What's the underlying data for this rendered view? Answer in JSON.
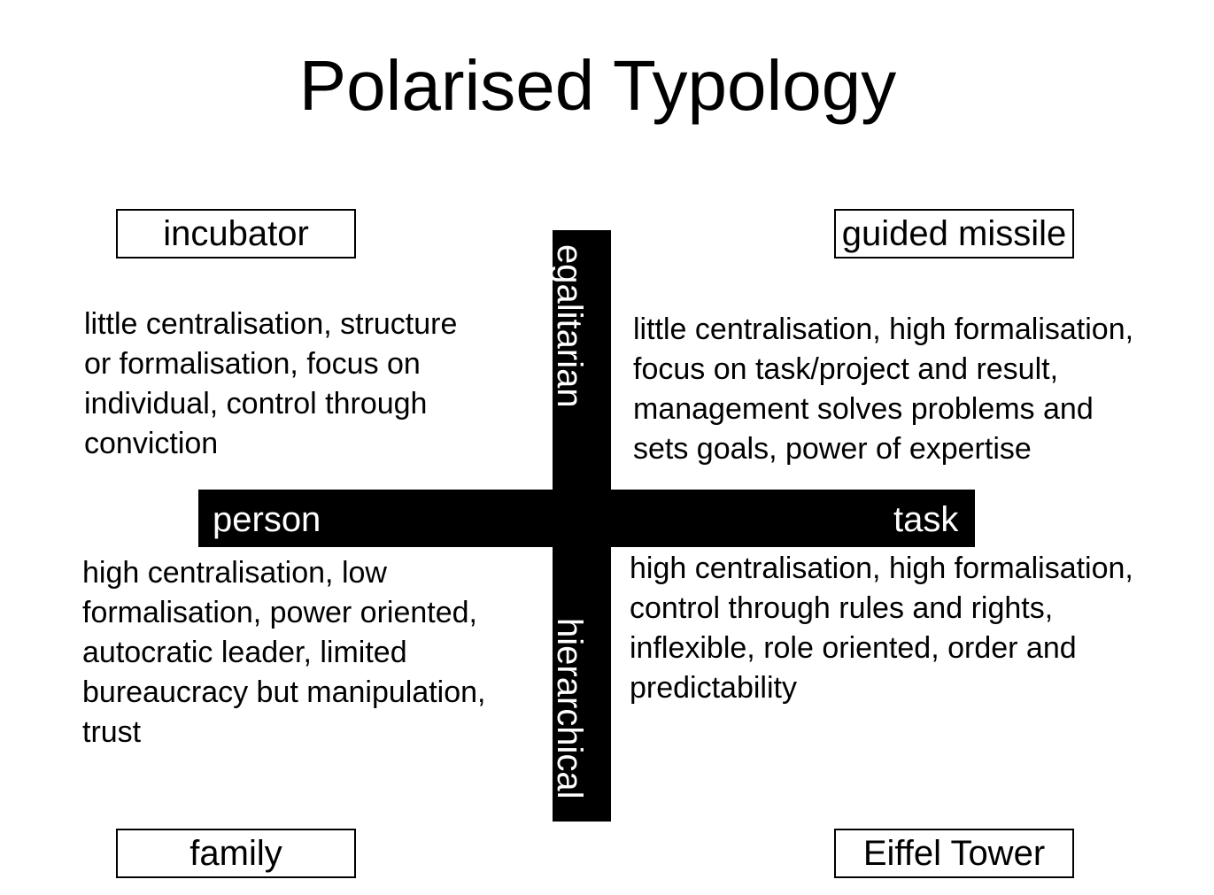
{
  "title": "Polarised Typology",
  "axes": {
    "top": "egalitarian",
    "bottom": "hierarchical",
    "left": "person",
    "right": "task"
  },
  "quadrants": {
    "top_left": {
      "label": "incubator",
      "lines": [
        "little centralisation, structure",
        "or formalisation, focus on",
        "individual, control through",
        "conviction"
      ]
    },
    "top_right": {
      "label": "guided missile",
      "lines": [
        "little centralisation, high formalisation,",
        "focus on task/project and result,",
        "management solves problems and",
        "sets goals, power of expertise"
      ]
    },
    "bottom_left": {
      "label": "family",
      "lines": [
        "high centralisation, low",
        "formalisation, power oriented,",
        "autocratic leader, limited",
        "bureaucracy but manipulation,",
        "trust"
      ]
    },
    "bottom_right": {
      "label": "Eiffel Tower",
      "lines": [
        "high centralisation, high formalisation,",
        "control through rules and rights,",
        "inflexible, role oriented, order and",
        "predictability"
      ]
    }
  }
}
